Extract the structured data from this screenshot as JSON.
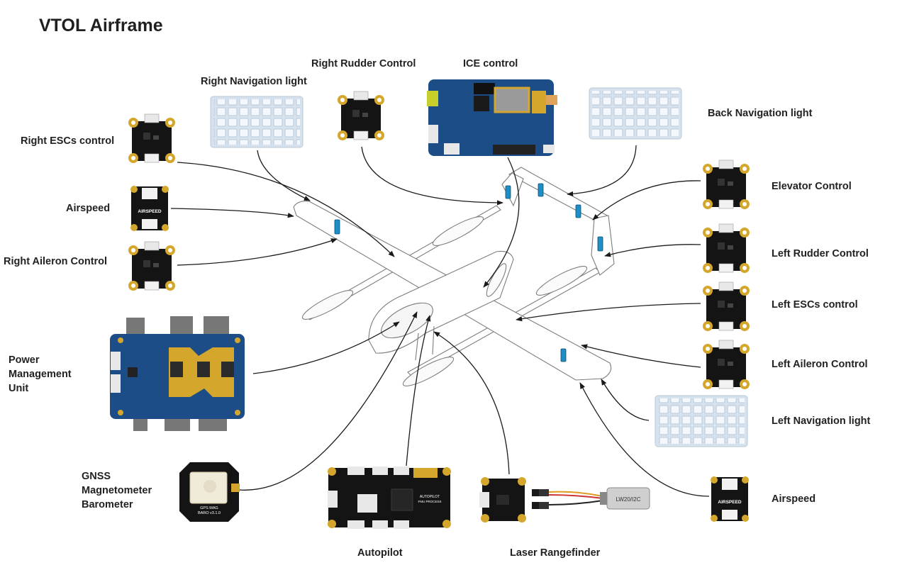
{
  "title": "VTOL Airframe",
  "colors": {
    "board_black": "#141414",
    "board_blue": "#1d4d86",
    "gold": "#d4a72c",
    "led_panel": "#d6e2ee",
    "arrow": "#1a1a1a",
    "servo_blue": "#1d8fc6"
  },
  "labels": {
    "right_nav_light": "Right Navigation light",
    "right_rudder": "Right Rudder Control",
    "ice_control": "ICE control",
    "back_nav_light": "Back Navigation light",
    "right_esc": "Right ESCs control",
    "airspeed_right": "Airspeed",
    "right_aileron": "Right Aileron Control",
    "pmu": "Power\nManagement\nUnit",
    "gnss": "GNSS\nMagnetometer\nBarometer",
    "autopilot": "Autopilot",
    "laser": "Laser Rangefinder",
    "elevator": "Elevator Control",
    "left_rudder": "Left Rudder Control",
    "left_esc": "Left ESCs control",
    "left_aileron": "Left Aileron Control",
    "left_nav_light": "Left Navigation light",
    "airspeed_left": "Airspeed"
  },
  "board_text": {
    "airspeed": "AIRSPEED",
    "gps": "GPS MAG",
    "gps2": "BARO v3.1.0",
    "autopilot": "AUTOPILOT",
    "autopilot2": "FMU PROCESS",
    "lw20": "LW20/I2C"
  }
}
